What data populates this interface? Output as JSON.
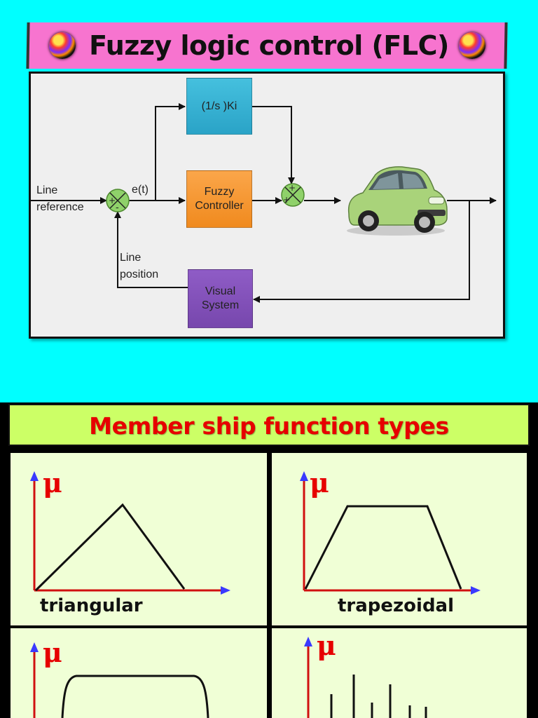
{
  "slide1": {
    "title": "Fuzzy logic control (FLC)",
    "diagram": {
      "blocks": {
        "integrator": "(1/s )Ki",
        "fuzzy_controller": "Fuzzy\nController",
        "visual_system": "Visual\nSystem"
      },
      "labels": {
        "line_reference": "Line\nreference",
        "error": "e(t)",
        "line_position": "Line\nposition"
      },
      "sum1_signs": [
        "+",
        "-"
      ],
      "sum2_signs": [
        "+",
        "+"
      ]
    },
    "colors": {
      "background": "#00ffff",
      "title_bar": "#f774cf",
      "ki_block": "#2aa3c7",
      "fuzzy_block": "#f08a1e",
      "visual_block": "#7747ad",
      "summer": "#8fd16a"
    }
  },
  "slide2": {
    "header": "Member ship function types",
    "mu_symbol": "μ",
    "cells": [
      {
        "caption": "triangular",
        "shape": "triangle"
      },
      {
        "caption": "trapezoidal",
        "shape": "trapezoid"
      },
      {
        "caption": "",
        "shape": "rounded-plateau"
      },
      {
        "caption": "",
        "shape": "singletons"
      }
    ],
    "colors": {
      "header_bg": "#ccff66",
      "header_text": "#e60000",
      "cell_bg": "#f0ffd6",
      "axis": "#d01010",
      "axis_arrow": "#3a3aff"
    }
  }
}
